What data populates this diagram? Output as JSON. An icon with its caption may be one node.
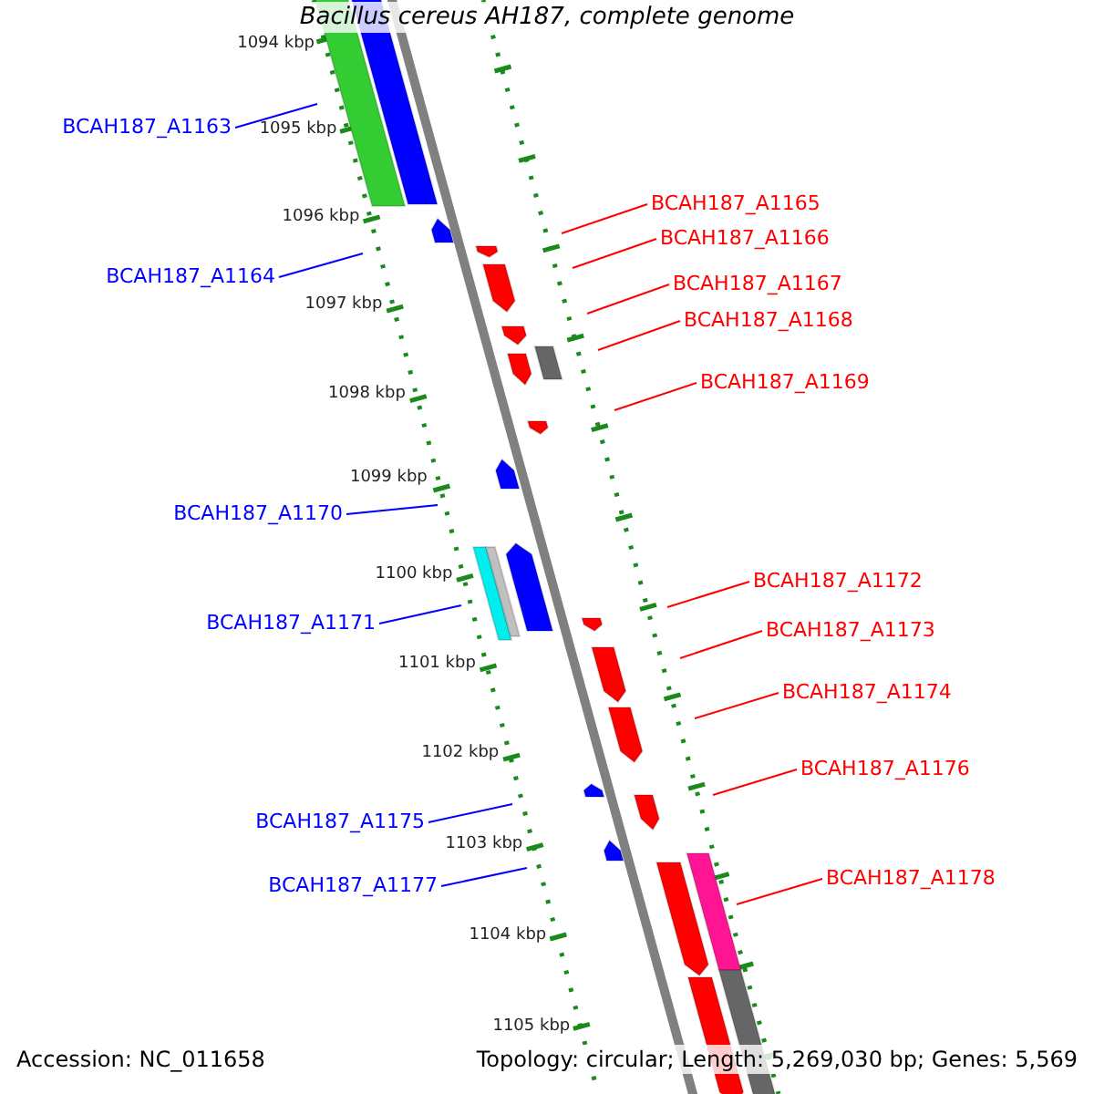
{
  "diagram": {
    "title": "Bacillus cereus AH187, complete genome",
    "nodes": [
      {
        "text": [
          "BCAH187_A1163"
        ]
      },
      {
        "text": [
          "BCAH187_A1165"
        ]
      },
      {
        "text": [
          "BCAH187_A1166"
        ]
      },
      {
        "text": [
          "BCAH187_A1167"
        ]
      },
      {
        "text": [
          "BCAH187_A1164"
        ]
      },
      {
        "text": [
          "BCAH187_A1168"
        ]
      },
      {
        "text": [
          "BCAH187_A1169"
        ]
      },
      {
        "text": [
          "BCAH187_A1170"
        ]
      },
      {
        "text": [
          "BCAH187_A1172"
        ]
      },
      {
        "text": [
          "BCAH187_A1171"
        ]
      },
      {
        "text": [
          "BCAH187_A1173"
        ]
      },
      {
        "text": [
          "BCAH187_A1174"
        ]
      },
      {
        "text": [
          "BCAH187_A1176"
        ]
      },
      {
        "text": [
          "BCAH187_A1175"
        ]
      },
      {
        "text": [
          "BCAH187_A1177"
        ]
      },
      {
        "text": [
          "BCAH187_A1178"
        ]
      }
    ],
    "edges": [
      {
        "from": 0,
        "to": null,
        "arrow": "none",
        "color": "#0000ff"
      },
      {
        "from": 1,
        "to": null,
        "arrow": "none"
      },
      {
        "from": 2,
        "to": null,
        "arrow": "none"
      },
      {
        "from": 3,
        "to": null,
        "arrow": "none"
      },
      {
        "from": 4,
        "to": null,
        "arrow": "none",
        "color": "#0000ff"
      },
      {
        "from": 5,
        "to": null,
        "arrow": "none"
      },
      {
        "from": 6,
        "to": null,
        "arrow": "none"
      },
      {
        "from": 7,
        "to": null,
        "arrow": "none",
        "color": "#0000ff"
      },
      {
        "from": 8,
        "to": null,
        "arrow": "none"
      },
      {
        "from": 9,
        "to": null,
        "arrow": "none",
        "color": "#0000ff"
      },
      {
        "from": 10,
        "to": null,
        "arrow": "none"
      },
      {
        "from": 11,
        "to": null,
        "arrow": "none"
      },
      {
        "from": 12,
        "to": null,
        "arrow": "none"
      },
      {
        "from": 13,
        "to": null,
        "arrow": "none",
        "color": "#0000ff"
      },
      {
        "from": 14,
        "to": null,
        "arrow": "none",
        "color": "#0000ff"
      },
      {
        "from": 15,
        "to": null,
        "arrow": "none"
      }
    ],
    "labels": [
      "1094 kbp",
      "1095 kbp",
      "1096 kbp",
      "1097 kbp",
      "1098 kbp",
      "1099 kbp",
      "1100 kbp",
      "1101 kbp",
      "1102 kbp",
      "1103 kbp",
      "1104 kbp",
      "1105 kbp",
      "Accession: NC_011658",
      "Topology: circular; Length: 5,269,030 bp; Genes: 5,569"
    ]
  }
}
